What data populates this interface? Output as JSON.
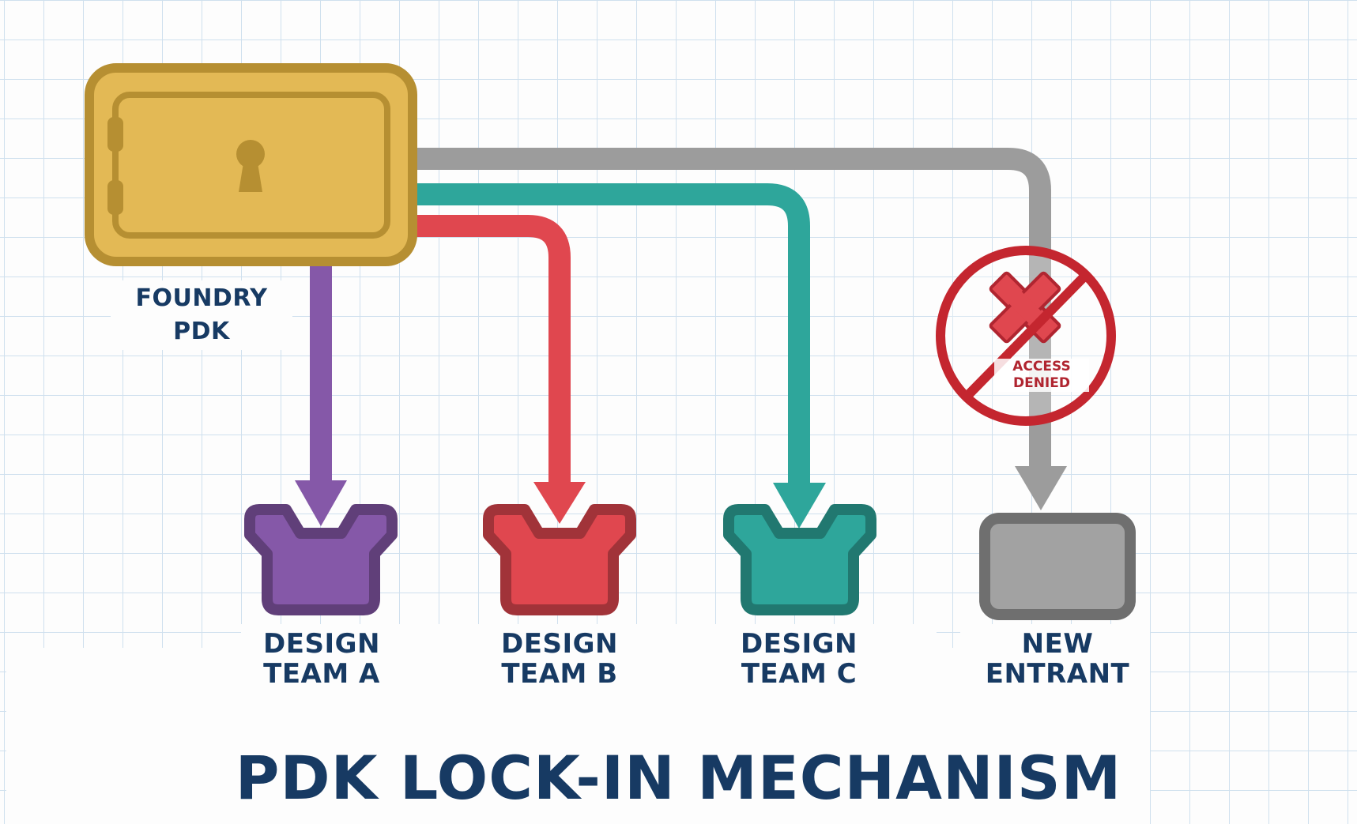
{
  "title": "PDK LOCK-IN MECHANISM",
  "source": {
    "label_line1": "FOUNDRY",
    "label_line2": "PDK",
    "icon": "vault-keyhole-icon",
    "color": "#e3b955"
  },
  "blocked": {
    "icon": "no-access-icon",
    "text_line1": "ACCESS",
    "text_line2": "DENIED",
    "color": "#c4262f"
  },
  "nodes": [
    {
      "id": "team-a",
      "label_line1": "DESIGN",
      "label_line2": "TEAM A",
      "color": "#8558a8",
      "access": "granted"
    },
    {
      "id": "team-b",
      "label_line1": "DESIGN",
      "label_line2": "TEAM B",
      "color": "#e0474f",
      "access": "granted"
    },
    {
      "id": "team-c",
      "label_line1": "DESIGN",
      "label_line2": "TEAM C",
      "color": "#2ea69b",
      "access": "granted"
    },
    {
      "id": "new-entrant",
      "label_line1": "NEW",
      "label_line2": "ENTRANT",
      "color": "#9a9a9a",
      "access": "denied"
    }
  ],
  "colors": {
    "text": "#173a63",
    "grid": "#cfe0ee"
  }
}
